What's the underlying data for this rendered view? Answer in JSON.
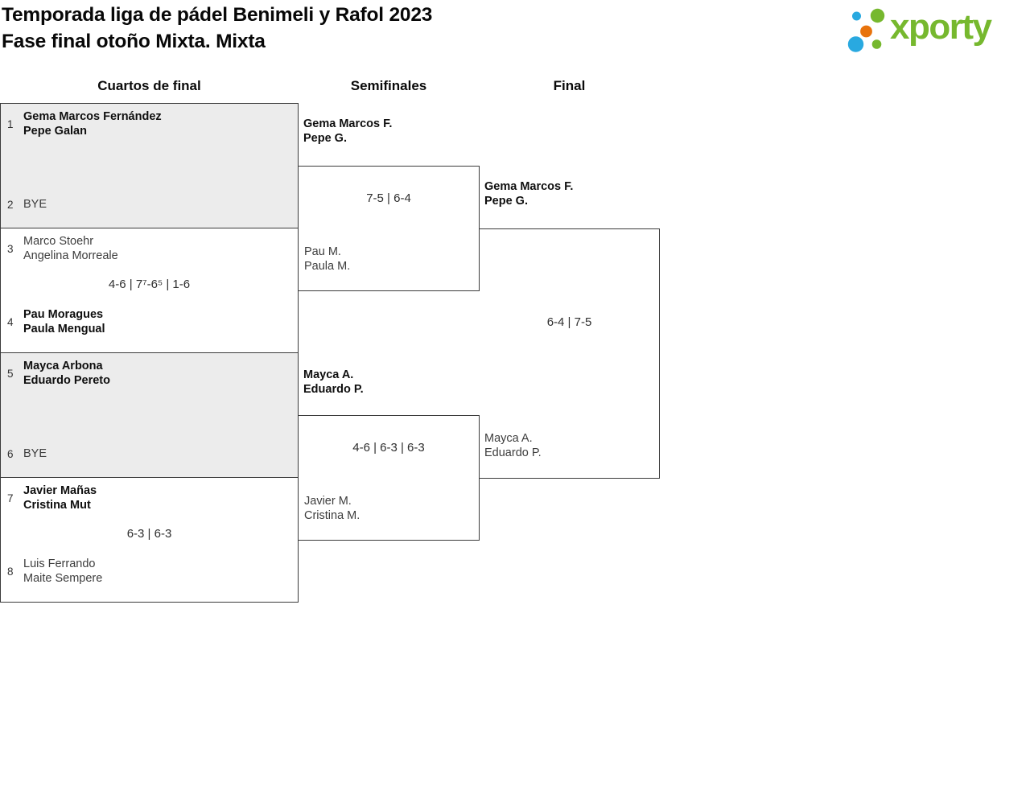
{
  "header": {
    "title_line1": "Temporada liga de pádel Benimeli y Rafol 2023",
    "title_line2": "Fase final otoño Mixta. Mixta"
  },
  "logo": {
    "text": "xporty",
    "colors": {
      "green": "#76B82E",
      "blue": "#29A9E0",
      "orange": "#E8730C"
    }
  },
  "round_headers": {
    "quarterfinals": "Cuartos de final",
    "semifinals": "Semifinales",
    "final": "Final"
  },
  "bracket": {
    "quarterfinals": [
      {
        "top": {
          "seed": "1",
          "players": [
            "Gema Marcos Fernández",
            "Pepe Galan"
          ],
          "winner": true
        },
        "bottom": {
          "seed": "2",
          "players": [
            "BYE"
          ],
          "winner": false
        },
        "score": ""
      },
      {
        "top": {
          "seed": "3",
          "players": [
            "Marco Stoehr",
            "Angelina Morreale"
          ],
          "winner": false
        },
        "bottom": {
          "seed": "4",
          "players": [
            "Pau Moragues",
            "Paula Mengual"
          ],
          "winner": true
        },
        "score": "4-6 | 7⁷-6⁵ | 1-6"
      },
      {
        "top": {
          "seed": "5",
          "players": [
            "Mayca Arbona",
            "Eduardo Pereto"
          ],
          "winner": true
        },
        "bottom": {
          "seed": "6",
          "players": [
            "BYE"
          ],
          "winner": false
        },
        "score": ""
      },
      {
        "top": {
          "seed": "7",
          "players": [
            "Javier Mañas",
            "Cristina Mut"
          ],
          "winner": true
        },
        "bottom": {
          "seed": "8",
          "players": [
            "Luis Ferrando",
            "Maite Sempere"
          ],
          "winner": false
        },
        "score": "6-3 | 6-3"
      }
    ],
    "semifinals": [
      {
        "top": {
          "players": [
            "Gema Marcos F.",
            "Pepe G."
          ],
          "winner": true
        },
        "bottom": {
          "players": [
            "Pau M.",
            "Paula M."
          ],
          "winner": false
        },
        "score": "7-5 | 6-4"
      },
      {
        "top": {
          "players": [
            "Mayca A.",
            "Eduardo P."
          ],
          "winner": true
        },
        "bottom": {
          "players": [
            "Javier M.",
            "Cristina M."
          ],
          "winner": false
        },
        "score": "4-6 | 6-3 | 6-3"
      }
    ],
    "final": {
      "top": {
        "players": [
          "Gema Marcos F.",
          "Pepe G."
        ],
        "winner": true
      },
      "bottom": {
        "players": [
          "Mayca A.",
          "Eduardo P."
        ],
        "winner": false
      },
      "score": "6-4 | 7-5"
    }
  },
  "colors": {
    "box_border": "#3A3A3A",
    "box_fill_highlight": "#ECECEC",
    "winner_text": "#0F0F0F",
    "regular_text": "#3D3D3D"
  }
}
